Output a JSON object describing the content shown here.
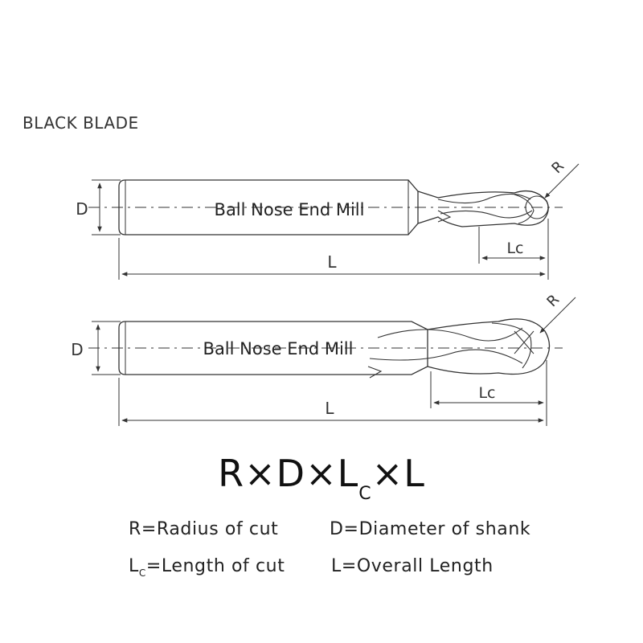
{
  "brand": "BLACK BLADE",
  "diagrams": [
    {
      "label": "Ball Nose End Mill",
      "dim_diameter": "D",
      "dim_length": "L",
      "dim_cut": "Lc",
      "dim_radius": "R"
    },
    {
      "label": "Ball Nose End Mill",
      "dim_diameter": "D",
      "dim_length": "L",
      "dim_cut": "Lc",
      "dim_radius": "R"
    }
  ],
  "formula": {
    "r": "R",
    "x1": "×",
    "d": "D",
    "x2": "×",
    "l": "L",
    "c": "C",
    "x3": "×",
    "l2": "L"
  },
  "legend": {
    "radius": "R=Radius of cut",
    "diameter": "D=Diameter of shank",
    "cut_L": "L",
    "cut_sub": "C",
    "cut_rest": "=Length of cut",
    "overall": "L=Overall Length"
  }
}
